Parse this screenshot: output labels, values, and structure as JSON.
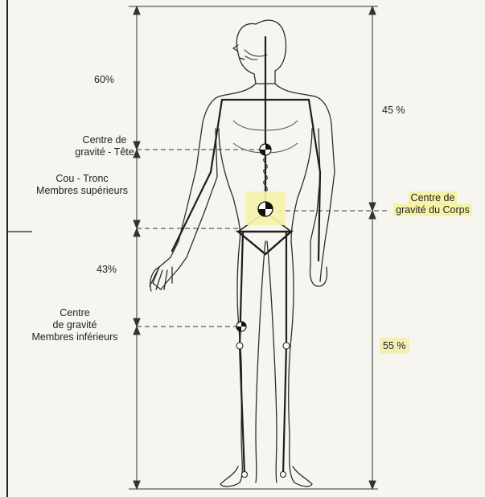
{
  "labels": {
    "pct_60": "60%",
    "pct_45": "45 %",
    "pct_43": "43%",
    "pct_55": "55 %",
    "head_center_l1": "Centre de",
    "head_center_l2": "gravité - Tête",
    "trunk_l1": "Cou - Tronc",
    "trunk_l2": "Membres supérieurs",
    "body_center_l1": "Centre de",
    "body_center_l2": "gravité du Corps",
    "lower_center_l1": "Centre",
    "lower_center_l2": "de gravité",
    "lower_center_l3": "Membres inférieurs"
  },
  "colors": {
    "line": "#2a2a2a",
    "highlight": "#f6f3a8"
  }
}
